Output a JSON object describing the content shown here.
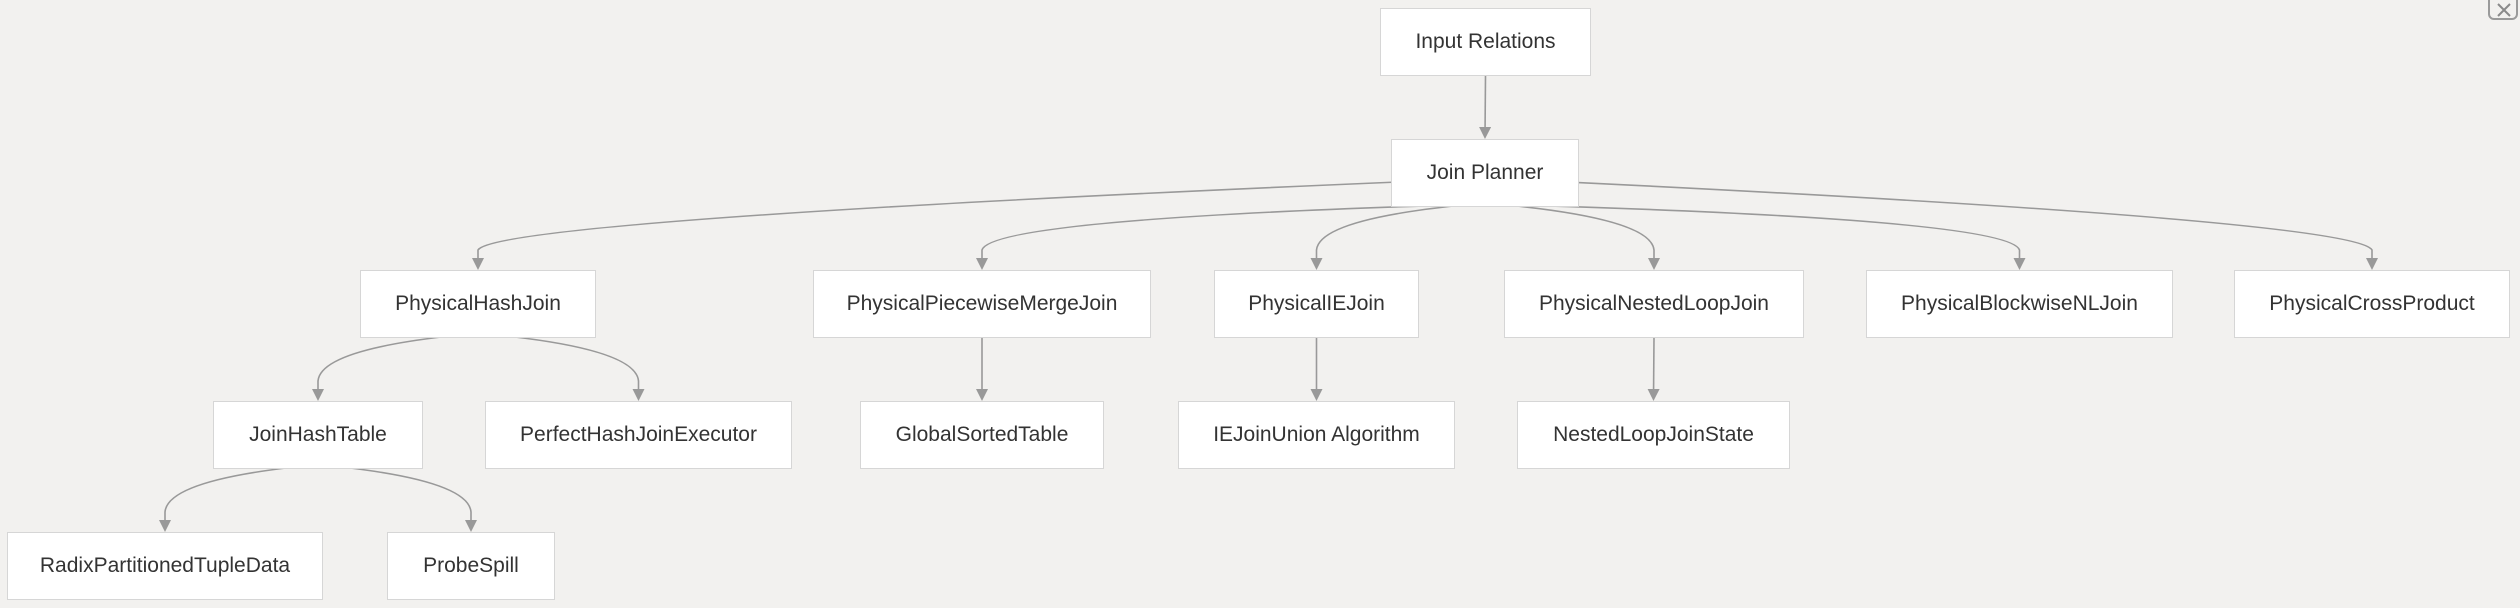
{
  "diagram": {
    "nodes": {
      "input": "Input Relations",
      "planner": "Join Planner",
      "physical_hash_join": "PhysicalHashJoin",
      "physical_piecewise_merge_join": "PhysicalPiecewiseMergeJoin",
      "physical_iejoin": "PhysicalIEJoin",
      "physical_nested_loop_join": "PhysicalNestedLoopJoin",
      "physical_blockwise_nl_join": "PhysicalBlockwiseNLJoin",
      "physical_cross_product": "PhysicalCrossProduct",
      "join_hash_table": "JoinHashTable",
      "perfect_hash_join_executor": "PerfectHashJoinExecutor",
      "global_sorted_table": "GlobalSortedTable",
      "iejoin_union_algorithm": "IEJoinUnion Algorithm",
      "nested_loop_join_state": "NestedLoopJoinState",
      "radix_partitioned_tuple_data": "RadixPartitionedTupleData",
      "probe_spill": "ProbeSpill"
    },
    "edges": [
      [
        "input",
        "planner"
      ],
      [
        "planner",
        "physical_hash_join"
      ],
      [
        "planner",
        "physical_piecewise_merge_join"
      ],
      [
        "planner",
        "physical_iejoin"
      ],
      [
        "planner",
        "physical_nested_loop_join"
      ],
      [
        "planner",
        "physical_blockwise_nl_join"
      ],
      [
        "planner",
        "physical_cross_product"
      ],
      [
        "physical_hash_join",
        "join_hash_table"
      ],
      [
        "physical_hash_join",
        "perfect_hash_join_executor"
      ],
      [
        "physical_piecewise_merge_join",
        "global_sorted_table"
      ],
      [
        "physical_iejoin",
        "iejoin_union_algorithm"
      ],
      [
        "physical_nested_loop_join",
        "nested_loop_join_state"
      ],
      [
        "join_hash_table",
        "radix_partitioned_tuple_data"
      ],
      [
        "join_hash_table",
        "probe_spill"
      ]
    ],
    "colors": {
      "background": "#f2f1ef",
      "node_fill": "#ffffff",
      "node_border": "#d6d6d6",
      "edge": "#999999",
      "text": "#333333"
    }
  },
  "window_controls": {
    "close_icon": "close-icon"
  }
}
